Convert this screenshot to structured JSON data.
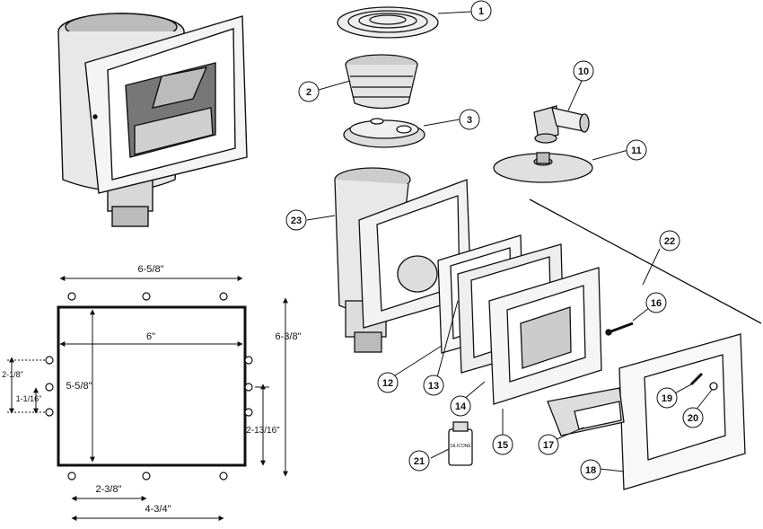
{
  "dimensions": {
    "top_width": "6-5/8\"",
    "inner_width": "6\"",
    "inner_height": "5-5/8\"",
    "right_height": "6-3/8\"",
    "left_upper": "2-1/8\"",
    "left_lower": "1-1/16\"",
    "right_lower": "2-13/16\"",
    "bottom_inner": "2-3/8\"",
    "bottom_outer": "4-3/4\""
  },
  "callouts": [
    "1",
    "2",
    "3",
    "10",
    "11",
    "22",
    "23",
    "16",
    "12",
    "13",
    "14",
    "15",
    "19",
    "20",
    "17",
    "18",
    "21"
  ],
  "bottle_label": "SILICONE"
}
